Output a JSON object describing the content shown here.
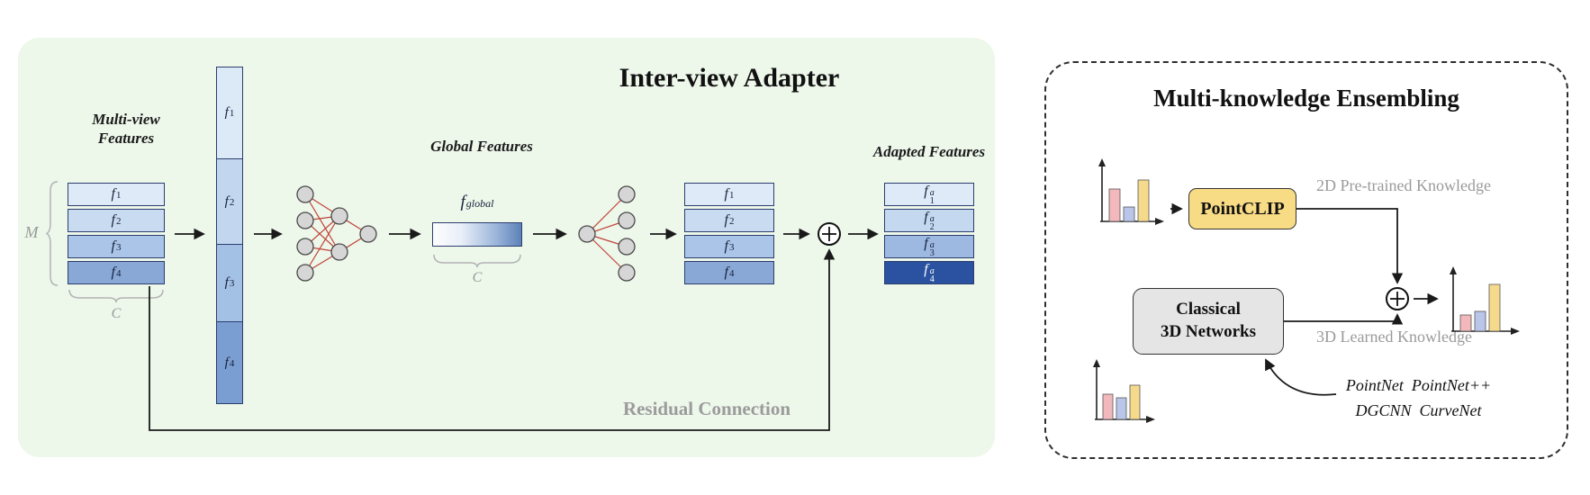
{
  "inter_view": {
    "title": "Inter-view Adapter",
    "multiview_label": [
      "Multi-view",
      "Features"
    ],
    "global_features_label": "Global Features",
    "adapted_features_label": "Adapted Features",
    "residual_label": "Residual Connection",
    "dim_m": "M",
    "dim_c_left": "C",
    "dim_c_global": "C",
    "f_base": "f",
    "f_subs": [
      "1",
      "2",
      "3",
      "4"
    ],
    "f_sup": "a",
    "f_global_base": "f",
    "f_global_sub": "global"
  },
  "ensembling": {
    "title": "Multi-knowledge Ensembling",
    "pointclip_label": "PointCLIP",
    "classical_label": [
      "Classical",
      "3D Networks"
    ],
    "knowledge_2d": "2D Pre-trained Knowledge",
    "knowledge_3d": "3D Learned Knowledge",
    "networks": [
      "PointNet  PointNet++",
      "DGCNN  CurveNet"
    ]
  },
  "colors": {
    "panel_green_bg": "#edf7ea",
    "stack_blues": [
      "#dfeaf8",
      "#c9dbf1",
      "#aac5e8",
      "#89a8d6"
    ],
    "column_blues": [
      "#dce9f7",
      "#c2d7ef",
      "#a3c0e5",
      "#7b9ed2"
    ],
    "adapted_dark_blue": "#2a52a0",
    "pointclip_yellow": "#f8dc85",
    "classical_gray": "#e5e5e5",
    "bar_pink": "#f2b8bc",
    "bar_blue": "#b9c6e9",
    "bar_yellow": "#f6da8c",
    "mlp_edge_red": "#c0443a",
    "gray_text": "#9a9a9a"
  }
}
